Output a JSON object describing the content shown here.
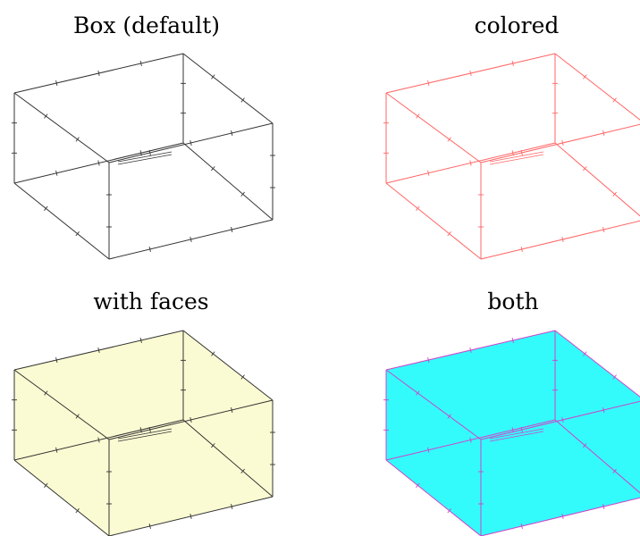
{
  "panels": [
    {
      "title": "Box (default)",
      "edge_color": "#333333",
      "face_color": null
    },
    {
      "title": "colored",
      "edge_color": "#ff6666",
      "face_color": null
    },
    {
      "title": "with faces",
      "edge_color": "#333333",
      "face_color": "#fafac8"
    },
    {
      "title": "both",
      "edge_color": "#cc44cc",
      "face_color": "#00fafa"
    }
  ]
}
